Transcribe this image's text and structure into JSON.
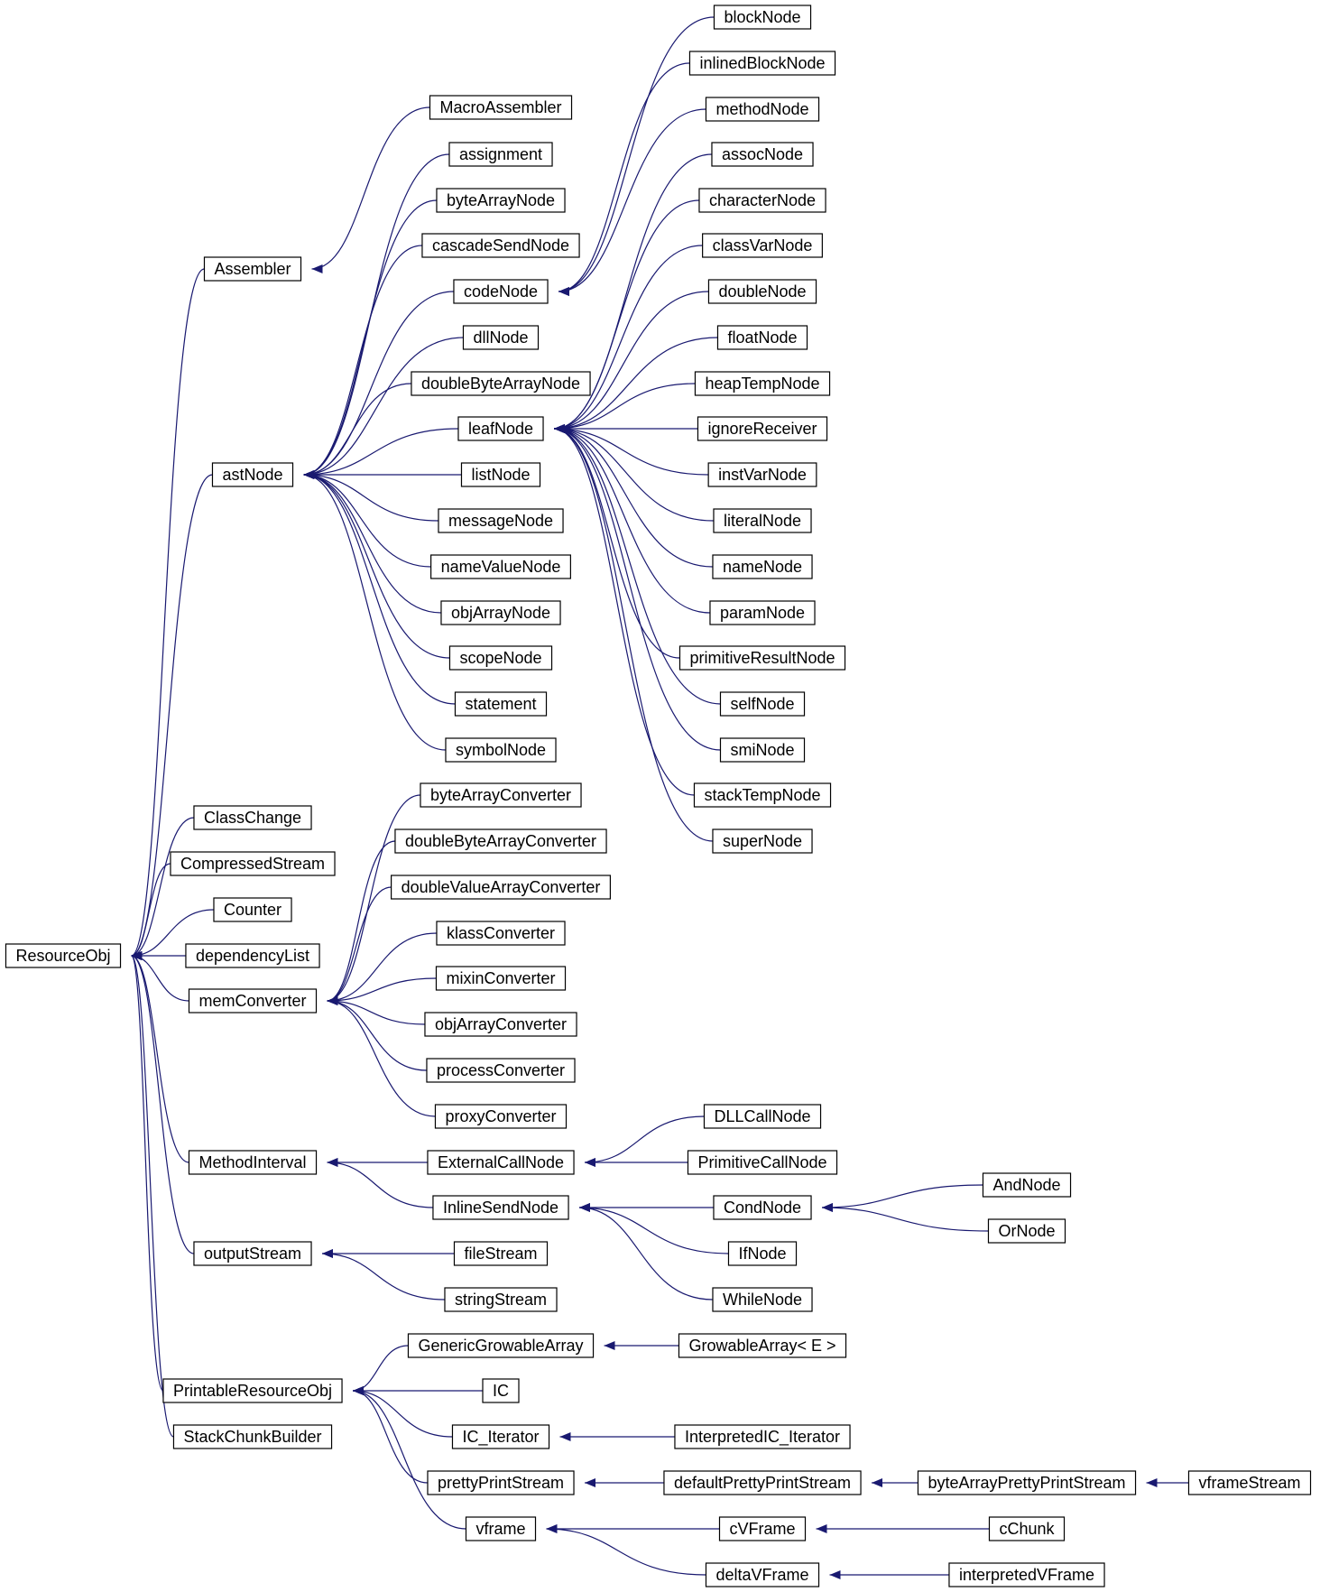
{
  "colors": {
    "edge": "#191970",
    "node_border": "#000000",
    "node_fill": "#ffffff"
  },
  "nodes": {
    "ResourceObj": "ResourceObj",
    "Assembler": "Assembler",
    "astNode": "astNode",
    "ClassChange": "ClassChange",
    "CompressedStream": "CompressedStream",
    "Counter": "Counter",
    "dependencyList": "dependencyList",
    "memConverter": "memConverter",
    "MethodInterval": "MethodInterval",
    "outputStream": "outputStream",
    "PrintableResourceObj": "PrintableResourceObj",
    "StackChunkBuilder": "StackChunkBuilder",
    "MacroAssembler": "MacroAssembler",
    "assignment": "assignment",
    "byteArrayNode": "byteArrayNode",
    "cascadeSendNode": "cascadeSendNode",
    "codeNode": "codeNode",
    "dllNode": "dllNode",
    "doubleByteArrayNode": "doubleByteArrayNode",
    "leafNode": "leafNode",
    "listNode": "listNode",
    "messageNode": "messageNode",
    "nameValueNode": "nameValueNode",
    "objArrayNode": "objArrayNode",
    "scopeNode": "scopeNode",
    "statement": "statement",
    "symbolNode": "symbolNode",
    "byteArrayConverter": "byteArrayConverter",
    "doubleByteArrayConverter": "doubleByteArrayConverter",
    "doubleValueArrayConverter": "doubleValueArrayConverter",
    "klassConverter": "klassConverter",
    "mixinConverter": "mixinConverter",
    "objArrayConverter": "objArrayConverter",
    "processConverter": "processConverter",
    "proxyConverter": "proxyConverter",
    "ExternalCallNode": "ExternalCallNode",
    "InlineSendNode": "InlineSendNode",
    "fileStream": "fileStream",
    "stringStream": "stringStream",
    "GenericGrowableArray": "GenericGrowableArray",
    "IC": "IC",
    "IC_Iterator": "IC_Iterator",
    "prettyPrintStream": "prettyPrintStream",
    "vframe": "vframe",
    "blockNode": "blockNode",
    "inlinedBlockNode": "inlinedBlockNode",
    "methodNode": "methodNode",
    "assocNode": "assocNode",
    "characterNode": "characterNode",
    "classVarNode": "classVarNode",
    "doubleNode": "doubleNode",
    "floatNode": "floatNode",
    "heapTempNode": "heapTempNode",
    "ignoreReceiver": "ignoreReceiver",
    "instVarNode": "instVarNode",
    "literalNode": "literalNode",
    "nameNode": "nameNode",
    "paramNode": "paramNode",
    "primitiveResultNode": "primitiveResultNode",
    "selfNode": "selfNode",
    "smiNode": "smiNode",
    "stackTempNode": "stackTempNode",
    "superNode": "superNode",
    "DLLCallNode": "DLLCallNode",
    "PrimitiveCallNode": "PrimitiveCallNode",
    "CondNode": "CondNode",
    "IfNode": "IfNode",
    "WhileNode": "WhileNode",
    "GrowableArrayE": "GrowableArray< E >",
    "InterpretedIC_Iterator": "InterpretedIC_Iterator",
    "defaultPrettyPrintStream": "defaultPrettyPrintStream",
    "cVFrame": "cVFrame",
    "deltaVFrame": "deltaVFrame",
    "AndNode": "AndNode",
    "OrNode": "OrNode",
    "byteArrayPrettyPrintStream": "byteArrayPrettyPrintStream",
    "cChunk": "cChunk",
    "interpretedVFrame": "interpretedVFrame",
    "vframeStream": "vframeStream"
  },
  "edges": [
    [
      "ResourceObj",
      "Assembler"
    ],
    [
      "ResourceObj",
      "astNode"
    ],
    [
      "ResourceObj",
      "ClassChange"
    ],
    [
      "ResourceObj",
      "CompressedStream"
    ],
    [
      "ResourceObj",
      "Counter"
    ],
    [
      "ResourceObj",
      "dependencyList"
    ],
    [
      "ResourceObj",
      "memConverter"
    ],
    [
      "ResourceObj",
      "MethodInterval"
    ],
    [
      "ResourceObj",
      "outputStream"
    ],
    [
      "ResourceObj",
      "PrintableResourceObj"
    ],
    [
      "ResourceObj",
      "StackChunkBuilder"
    ],
    [
      "Assembler",
      "MacroAssembler"
    ],
    [
      "astNode",
      "assignment"
    ],
    [
      "astNode",
      "byteArrayNode"
    ],
    [
      "astNode",
      "cascadeSendNode"
    ],
    [
      "astNode",
      "codeNode"
    ],
    [
      "astNode",
      "dllNode"
    ],
    [
      "astNode",
      "doubleByteArrayNode"
    ],
    [
      "astNode",
      "leafNode"
    ],
    [
      "astNode",
      "listNode"
    ],
    [
      "astNode",
      "messageNode"
    ],
    [
      "astNode",
      "nameValueNode"
    ],
    [
      "astNode",
      "objArrayNode"
    ],
    [
      "astNode",
      "scopeNode"
    ],
    [
      "astNode",
      "statement"
    ],
    [
      "astNode",
      "symbolNode"
    ],
    [
      "codeNode",
      "blockNode"
    ],
    [
      "codeNode",
      "inlinedBlockNode"
    ],
    [
      "codeNode",
      "methodNode"
    ],
    [
      "leafNode",
      "assocNode"
    ],
    [
      "leafNode",
      "characterNode"
    ],
    [
      "leafNode",
      "classVarNode"
    ],
    [
      "leafNode",
      "doubleNode"
    ],
    [
      "leafNode",
      "floatNode"
    ],
    [
      "leafNode",
      "heapTempNode"
    ],
    [
      "leafNode",
      "ignoreReceiver"
    ],
    [
      "leafNode",
      "instVarNode"
    ],
    [
      "leafNode",
      "literalNode"
    ],
    [
      "leafNode",
      "nameNode"
    ],
    [
      "leafNode",
      "paramNode"
    ],
    [
      "leafNode",
      "primitiveResultNode"
    ],
    [
      "leafNode",
      "selfNode"
    ],
    [
      "leafNode",
      "smiNode"
    ],
    [
      "leafNode",
      "stackTempNode"
    ],
    [
      "leafNode",
      "superNode"
    ],
    [
      "memConverter",
      "byteArrayConverter"
    ],
    [
      "memConverter",
      "doubleByteArrayConverter"
    ],
    [
      "memConverter",
      "doubleValueArrayConverter"
    ],
    [
      "memConverter",
      "klassConverter"
    ],
    [
      "memConverter",
      "mixinConverter"
    ],
    [
      "memConverter",
      "objArrayConverter"
    ],
    [
      "memConverter",
      "processConverter"
    ],
    [
      "memConverter",
      "proxyConverter"
    ],
    [
      "MethodInterval",
      "ExternalCallNode"
    ],
    [
      "MethodInterval",
      "InlineSendNode"
    ],
    [
      "ExternalCallNode",
      "DLLCallNode"
    ],
    [
      "ExternalCallNode",
      "PrimitiveCallNode"
    ],
    [
      "InlineSendNode",
      "CondNode"
    ],
    [
      "InlineSendNode",
      "IfNode"
    ],
    [
      "InlineSendNode",
      "WhileNode"
    ],
    [
      "CondNode",
      "AndNode"
    ],
    [
      "CondNode",
      "OrNode"
    ],
    [
      "outputStream",
      "fileStream"
    ],
    [
      "outputStream",
      "stringStream"
    ],
    [
      "PrintableResourceObj",
      "GenericGrowableArray"
    ],
    [
      "PrintableResourceObj",
      "IC"
    ],
    [
      "PrintableResourceObj",
      "IC_Iterator"
    ],
    [
      "PrintableResourceObj",
      "prettyPrintStream"
    ],
    [
      "PrintableResourceObj",
      "vframe"
    ],
    [
      "GenericGrowableArray",
      "GrowableArrayE"
    ],
    [
      "IC_Iterator",
      "InterpretedIC_Iterator"
    ],
    [
      "prettyPrintStream",
      "defaultPrettyPrintStream"
    ],
    [
      "defaultPrettyPrintStream",
      "byteArrayPrettyPrintStream"
    ],
    [
      "byteArrayPrettyPrintStream",
      "vframeStream"
    ],
    [
      "vframe",
      "cVFrame"
    ],
    [
      "vframe",
      "deltaVFrame"
    ],
    [
      "cVFrame",
      "cChunk"
    ],
    [
      "deltaVFrame",
      "interpretedVFrame"
    ]
  ]
}
